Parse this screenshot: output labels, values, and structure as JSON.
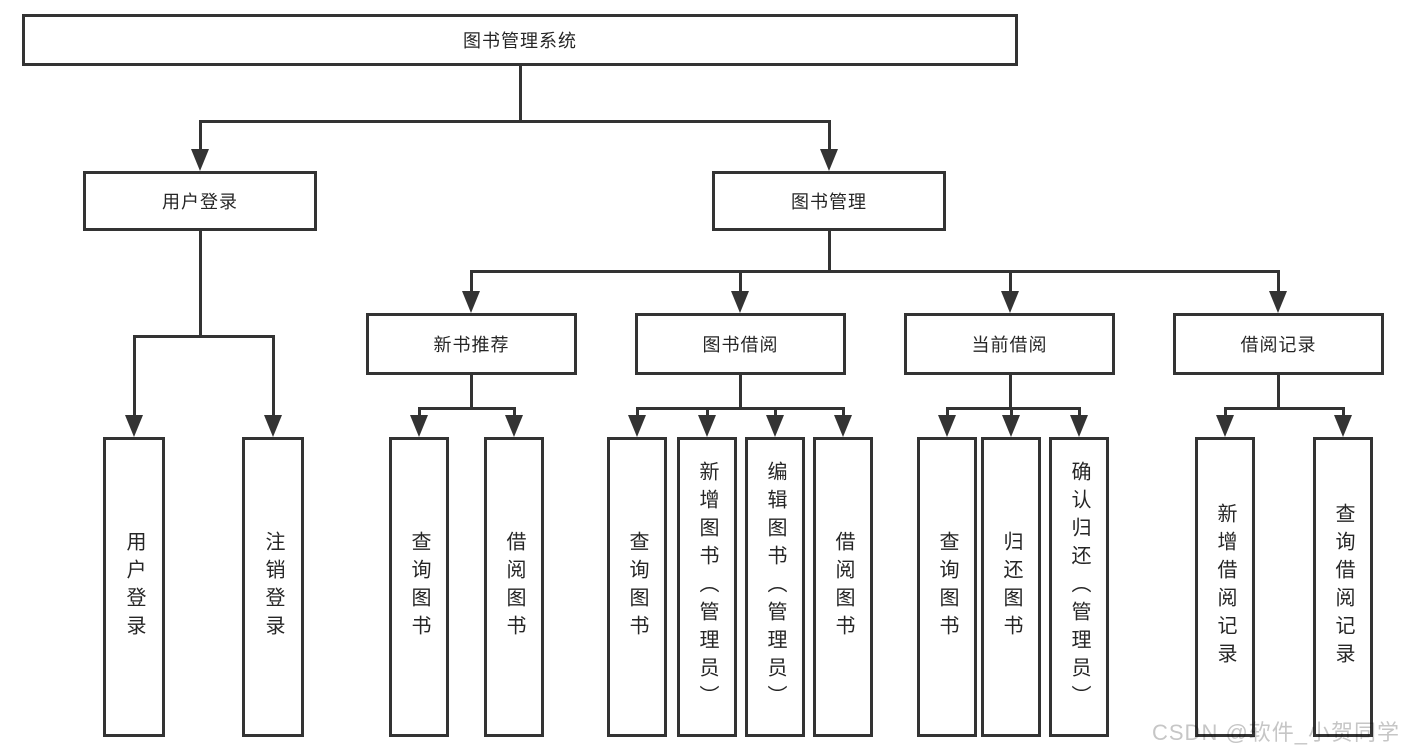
{
  "tree": {
    "root": "图书管理系统",
    "branches": [
      {
        "label": "用户登录",
        "children": [
          "用户登录",
          "注销登录"
        ]
      },
      {
        "label": "图书管理",
        "children": [
          {
            "label": "新书推荐",
            "children": [
              "查询图书",
              "借阅图书"
            ]
          },
          {
            "label": "图书借阅",
            "children": [
              "查询图书",
              "新增图书（管理员）",
              "编辑图书（管理员）",
              "借阅图书"
            ]
          },
          {
            "label": "当前借阅",
            "children": [
              "查询图书",
              "归还图书",
              "确认归还（管理员）"
            ]
          },
          {
            "label": "借阅记录",
            "children": [
              "新增借阅记录",
              "查询借阅记录"
            ]
          }
        ]
      }
    ]
  },
  "watermark": {
    "text": "CSDN @软件_小贺同学"
  },
  "colors": {
    "line": "#333333",
    "text": "#262626",
    "box_fill": "#ffffff",
    "watermark_text": "#c6c6c6",
    "background": "#ffffff"
  }
}
